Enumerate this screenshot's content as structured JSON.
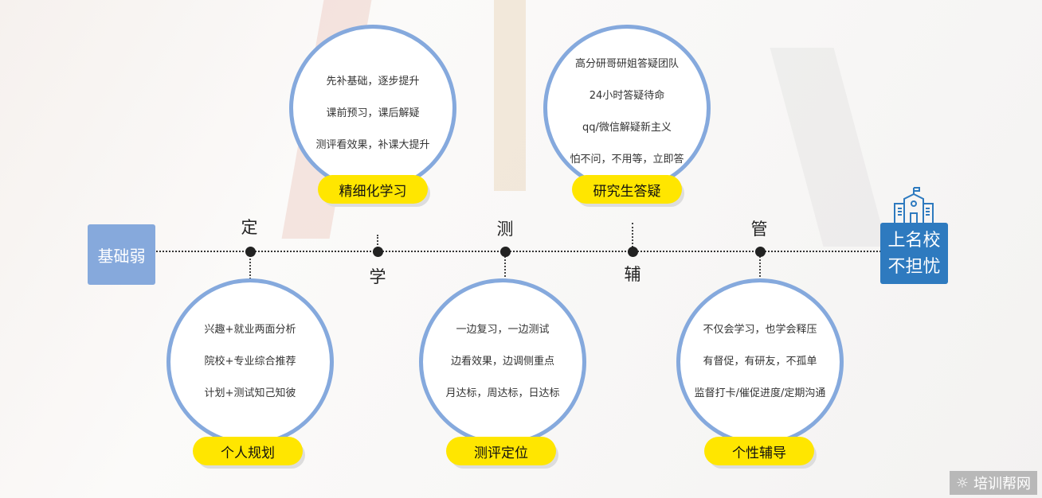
{
  "start": "基础弱",
  "end": {
    "line1": "上名校",
    "line2": "不担忧"
  },
  "marks": [
    "定",
    "学",
    "测",
    "辅",
    "管"
  ],
  "top_circles": [
    {
      "items": [
        "先补基础，逐步提升",
        "课前预习，课后解疑",
        "测评看效果，补课大提升"
      ],
      "badge": "精细化学习"
    },
    {
      "items": [
        "高分研哥研姐答疑团队",
        "24小时答疑待命",
        "qq/微信解疑新主义",
        "怕不问，不用等，立即答"
      ],
      "badge": "研究生答疑"
    }
  ],
  "bottom_circles": [
    {
      "items": [
        "兴趣+就业两面分析",
        "院校+专业综合推荐",
        "计划+测试知己知彼"
      ],
      "badge": "个人规划"
    },
    {
      "items": [
        "一边复习，一边测试",
        "边看效果，边调侧重点",
        "月达标，周达标，日达标"
      ],
      "badge": "测评定位"
    },
    {
      "items": [
        "不仅会学习，也学会释压",
        "有督促，有研友，不孤单",
        "监督打卡/催促进度/定期沟通"
      ],
      "badge": "个性辅导"
    }
  ],
  "watermark": "培训帮网",
  "colors": {
    "start": "#86a9dc",
    "end": "#2e7abf",
    "circle": "#85a9dd",
    "badge": "#ffe600"
  }
}
